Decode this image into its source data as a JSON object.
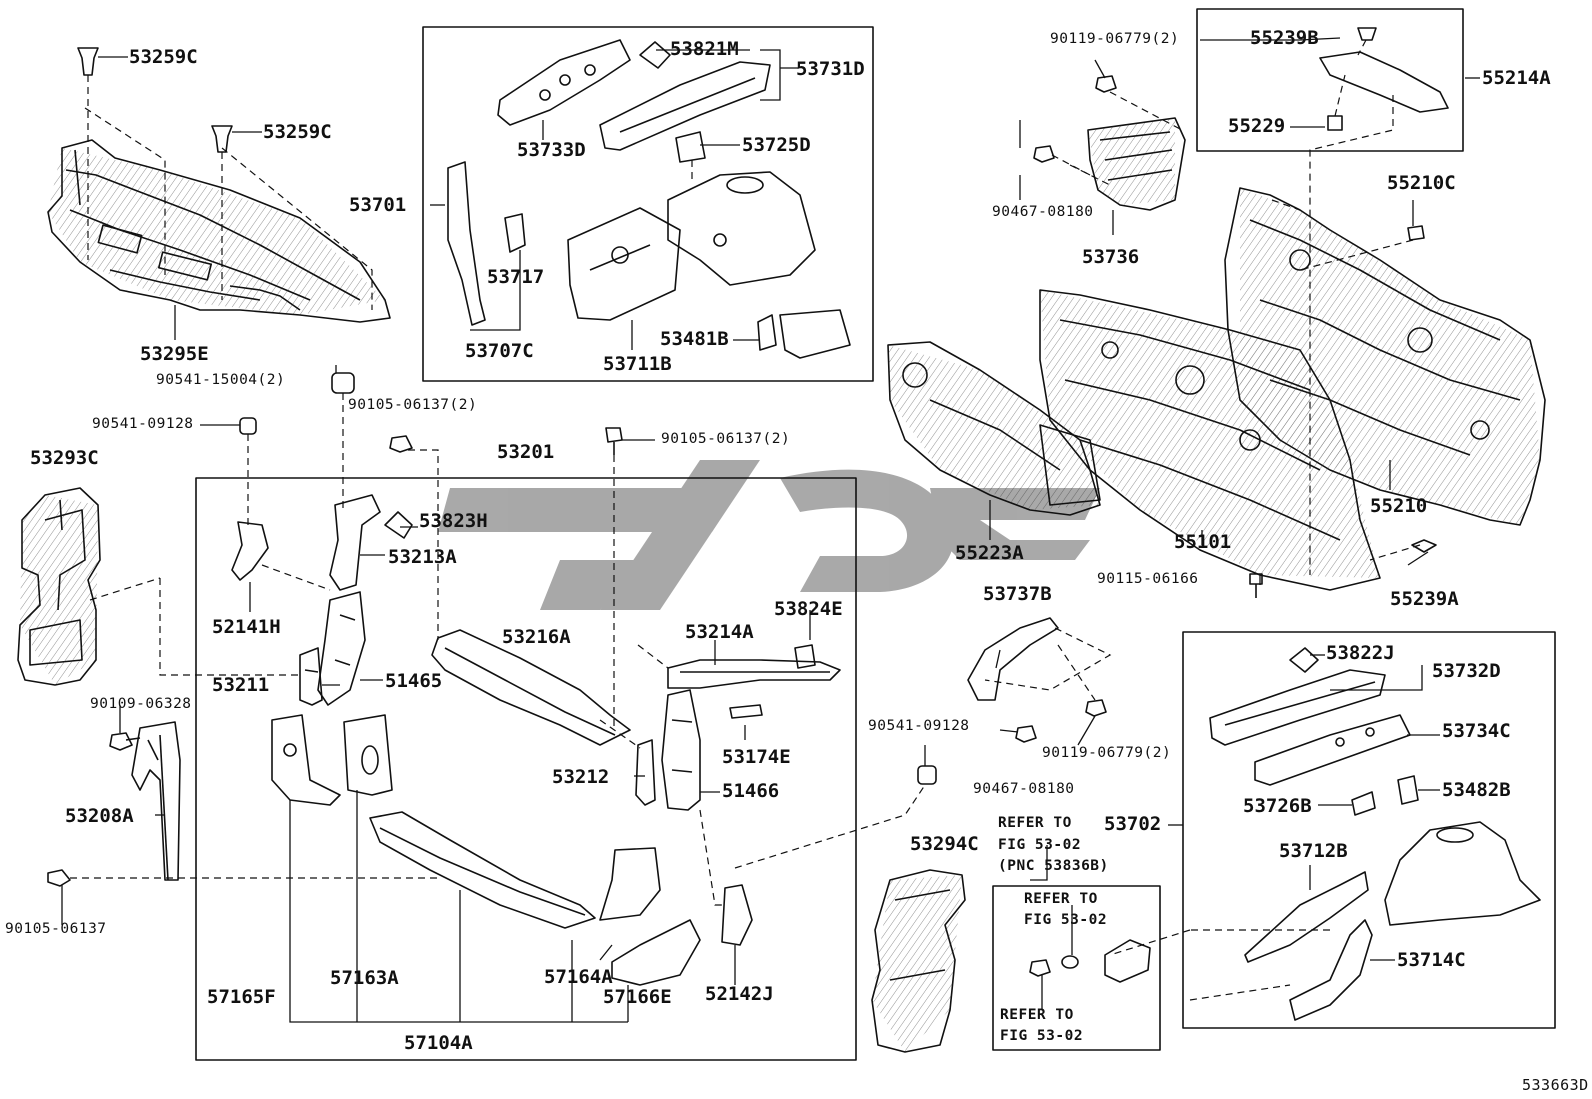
{
  "diagram_id": "533663D",
  "callouts": [
    {
      "id": "c1",
      "text": "53259C"
    },
    {
      "id": "c2",
      "text": "53259C"
    },
    {
      "id": "c3",
      "text": "53295E"
    },
    {
      "id": "c4",
      "text": "90541-15004(2)"
    },
    {
      "id": "c5",
      "text": "90105-06137(2)"
    },
    {
      "id": "c6",
      "text": "90541-09128"
    },
    {
      "id": "c7",
      "text": "90105-06137(2)"
    },
    {
      "id": "c8",
      "text": "53293C"
    },
    {
      "id": "c9",
      "text": "53201"
    },
    {
      "id": "c10",
      "text": "53823H"
    },
    {
      "id": "c11",
      "text": "53213A"
    },
    {
      "id": "c12",
      "text": "52141H"
    },
    {
      "id": "c13",
      "text": "53216A"
    },
    {
      "id": "c14",
      "text": "53214A"
    },
    {
      "id": "c15",
      "text": "53824E"
    },
    {
      "id": "c16",
      "text": "53211"
    },
    {
      "id": "c17",
      "text": "51465"
    },
    {
      "id": "c18",
      "text": "90109-06328"
    },
    {
      "id": "c19",
      "text": "53174E"
    },
    {
      "id": "c20",
      "text": "53212"
    },
    {
      "id": "c21",
      "text": "51466"
    },
    {
      "id": "c22",
      "text": "53208A"
    },
    {
      "id": "c23",
      "text": "90105-06137"
    },
    {
      "id": "c24",
      "text": "57163A"
    },
    {
      "id": "c25",
      "text": "57165F"
    },
    {
      "id": "c26",
      "text": "57164A"
    },
    {
      "id": "c27",
      "text": "57166E"
    },
    {
      "id": "c28",
      "text": "52142J"
    },
    {
      "id": "c29",
      "text": "57104A"
    },
    {
      "id": "c30",
      "text": "53821M"
    },
    {
      "id": "c31",
      "text": "53731D"
    },
    {
      "id": "c32",
      "text": "53733D"
    },
    {
      "id": "c33",
      "text": "53725D"
    },
    {
      "id": "c34",
      "text": "53701"
    },
    {
      "id": "c35",
      "text": "53717"
    },
    {
      "id": "c36",
      "text": "53707C"
    },
    {
      "id": "c37",
      "text": "53711B"
    },
    {
      "id": "c38",
      "text": "53481B"
    },
    {
      "id": "c39",
      "text": "90119-06779(2)"
    },
    {
      "id": "c40",
      "text": "90467-08180"
    },
    {
      "id": "c41",
      "text": "53736"
    },
    {
      "id": "c42",
      "text": "55239B"
    },
    {
      "id": "c43",
      "text": "55214A"
    },
    {
      "id": "c44",
      "text": "55229"
    },
    {
      "id": "c45",
      "text": "55210C"
    },
    {
      "id": "c46",
      "text": "55223A"
    },
    {
      "id": "c47",
      "text": "55101"
    },
    {
      "id": "c48",
      "text": "55210"
    },
    {
      "id": "c49",
      "text": "90115-06166"
    },
    {
      "id": "c50",
      "text": "55239A"
    },
    {
      "id": "c51",
      "text": "53737B"
    },
    {
      "id": "c52",
      "text": "90541-09128"
    },
    {
      "id": "c53",
      "text": "90467-08180"
    },
    {
      "id": "c54",
      "text": "90119-06779(2)"
    },
    {
      "id": "c55",
      "text": "53822J"
    },
    {
      "id": "c56",
      "text": "53732D"
    },
    {
      "id": "c57",
      "text": "53734C"
    },
    {
      "id": "c58",
      "text": "53726B"
    },
    {
      "id": "c59",
      "text": "53482B"
    },
    {
      "id": "c60",
      "text": "53702"
    },
    {
      "id": "c61",
      "text": "53712B"
    },
    {
      "id": "c62",
      "text": "53714C"
    },
    {
      "id": "c63",
      "text": "53294C"
    }
  ],
  "references": {
    "ref_main_1": "REFER TO",
    "ref_main_2": "FIG 53-02",
    "ref_main_3": "(PNC 53836B)",
    "ref_box_top_1": "REFER TO",
    "ref_box_top_2": "FIG 53-02",
    "ref_box_bot_1": "REFER TO",
    "ref_box_bot_2": "FIG 53-02"
  },
  "colors": {
    "ink": "#111111",
    "watermark": "#9a9a9a",
    "background": "#ffffff"
  }
}
